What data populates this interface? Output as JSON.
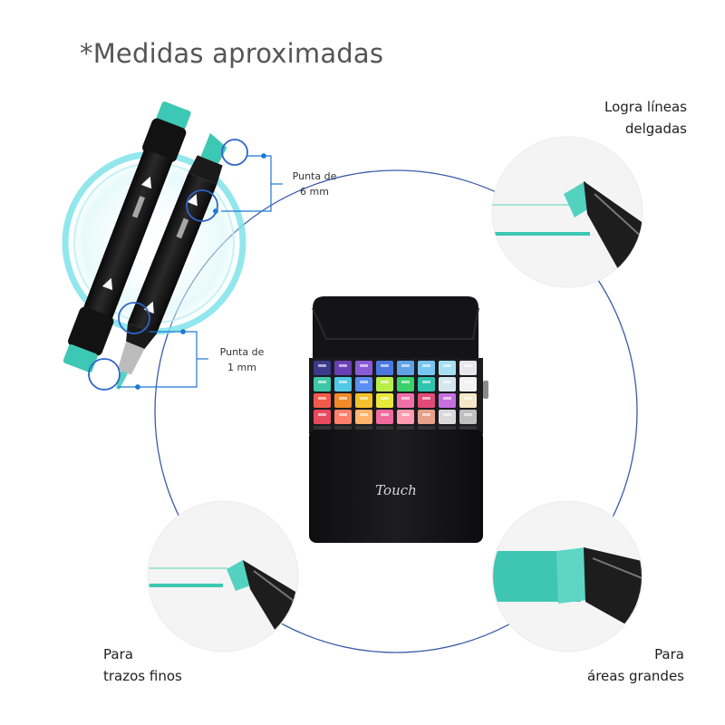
{
  "title": "*Medidas aproximadas",
  "tip_large": {
    "line1": "Punta de",
    "line2": "6 mm"
  },
  "tip_small": {
    "line1": "Punta de",
    "line2": "1 mm"
  },
  "feature_thin": {
    "line1": "Logra líneas",
    "line2": "delgadas"
  },
  "feature_fine": {
    "line1": "Para",
    "line2": "trazos finos"
  },
  "feature_large": {
    "line1": "Para",
    "line2": "áreas grandes"
  },
  "case_brand": "Touch",
  "colors": {
    "accent": "#3cc8b4",
    "ring": "#7fe3ea",
    "connector": "#3b5ba9",
    "case": "#151517"
  }
}
